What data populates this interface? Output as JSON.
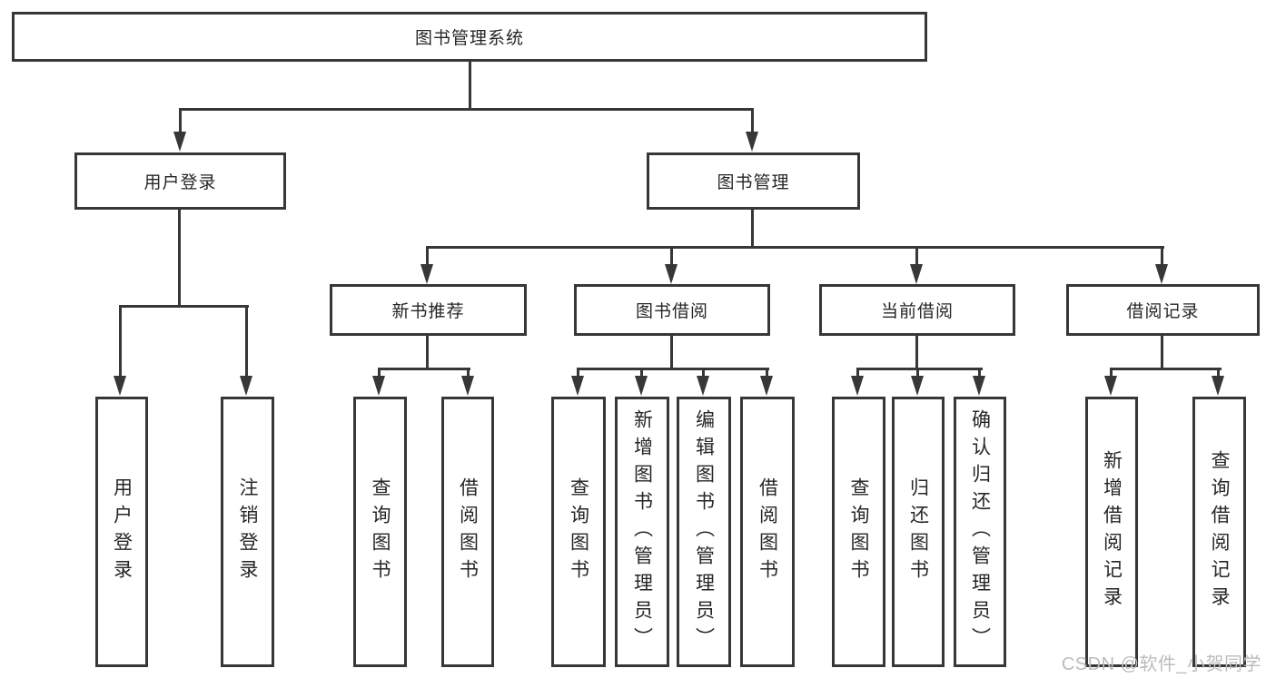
{
  "diagram": {
    "root_label": "图书管理系统",
    "level2": {
      "user_login": "用户登录",
      "book_mgmt": "图书管理"
    },
    "level3": {
      "new_books": "新书推荐",
      "book_borrow": "图书借阅",
      "current_borrow": "当前借阅",
      "borrow_records": "借阅记录"
    },
    "leaves": {
      "user_login": [
        "用户登录",
        "注销登录"
      ],
      "new_books": [
        "查询图书",
        "借阅图书"
      ],
      "book_borrow": [
        "查询图书",
        "新增图书（管理员）",
        "编辑图书（管理员）",
        "借阅图书"
      ],
      "current_borrow": [
        "查询图书",
        "归还图书",
        "确认归还（管理员）"
      ],
      "borrow_records": [
        "新增借阅记录",
        "查询借阅记录"
      ]
    },
    "watermark": "CSDN @软件_小贺同学",
    "colors": {
      "line": "#373737",
      "text": "#262626",
      "watermark": "#bcbcbc",
      "background": "#ffffff"
    }
  }
}
